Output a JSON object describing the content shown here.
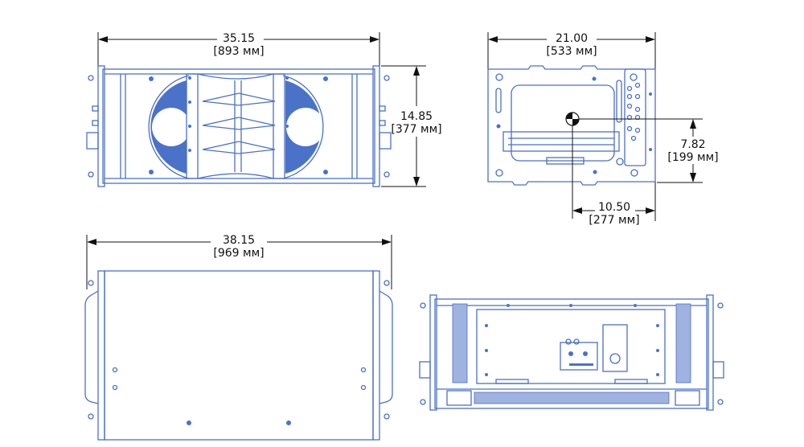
{
  "front_view": {
    "width_in": "35.15",
    "width_mm": "[893 мм]",
    "height_in": "14.85",
    "height_mm": "[377 мм]"
  },
  "side_view": {
    "depth_in": "21.00",
    "depth_mm": "[533 мм]",
    "cog_height_in": "7.82",
    "cog_height_mm": "[199 мм]",
    "cog_depth_in": "10.50",
    "cog_depth_mm": "[277 мм]"
  },
  "top_view": {
    "width_in": "38.15",
    "width_mm": "[969 мм]"
  },
  "colors": {
    "outline": "#4a6fc9",
    "dimension": "#111111"
  }
}
